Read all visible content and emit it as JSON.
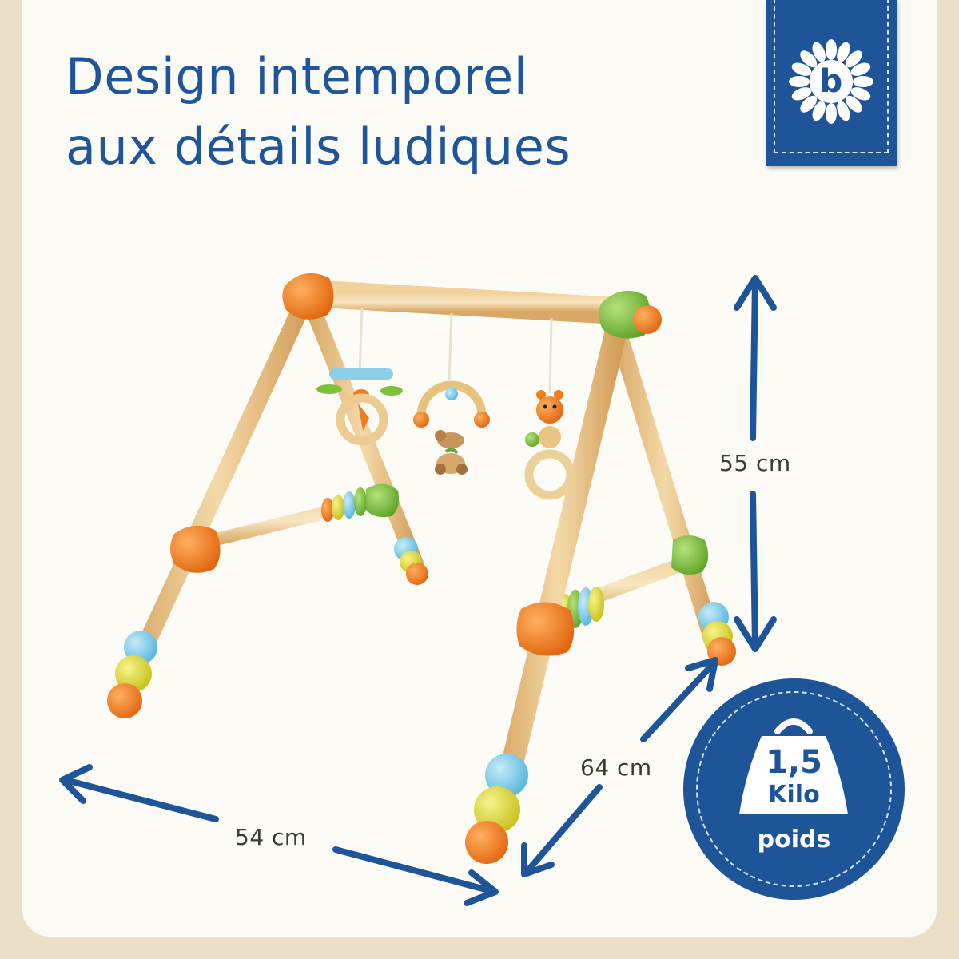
{
  "headline": {
    "line1": "Design intemporel",
    "line2": "aux détails ludiques"
  },
  "brand": {
    "logo_letter": "b"
  },
  "dimensions": {
    "height": "55 cm",
    "depth": "64 cm",
    "width": "54 cm"
  },
  "weight_badge": {
    "value": "1,5",
    "unit": "Kilo",
    "label": "poids"
  },
  "colors": {
    "brand_blue": "#1d5598",
    "headline_blue": "#1f569a",
    "background": "#ecdfc7",
    "card": "#fdfbf5",
    "wood": "#e9c58d",
    "orange": "#ee7d1e",
    "green": "#7ec23c",
    "light_blue": "#82cdea",
    "yellow": "#e8e135"
  }
}
